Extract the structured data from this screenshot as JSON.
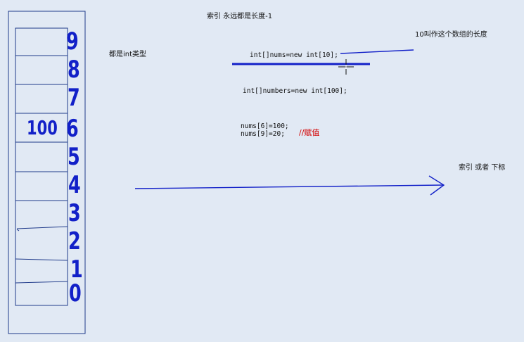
{
  "title": "索引 永远都是长度-1",
  "note_int": "都是int类型",
  "note_length": "10叫作这个数组的长度",
  "code": {
    "line1": "int[]nums=new int[10];",
    "line2": "int[]numbers=new int[100];",
    "line3": "nums[6]=100;",
    "line4": "nums[9]=20;"
  },
  "comment_assign": "//赋值",
  "label_index": "索引  或者 下标",
  "array": {
    "value_at_6": "100",
    "indices": [
      "9",
      "8",
      "7",
      "6",
      "5",
      "4",
      "3",
      "2",
      "1",
      "0"
    ]
  },
  "colors": {
    "background": "#e1e9f4",
    "ink": "#1220c8",
    "outline": "#1f3a8a",
    "comment": "#d40000"
  }
}
